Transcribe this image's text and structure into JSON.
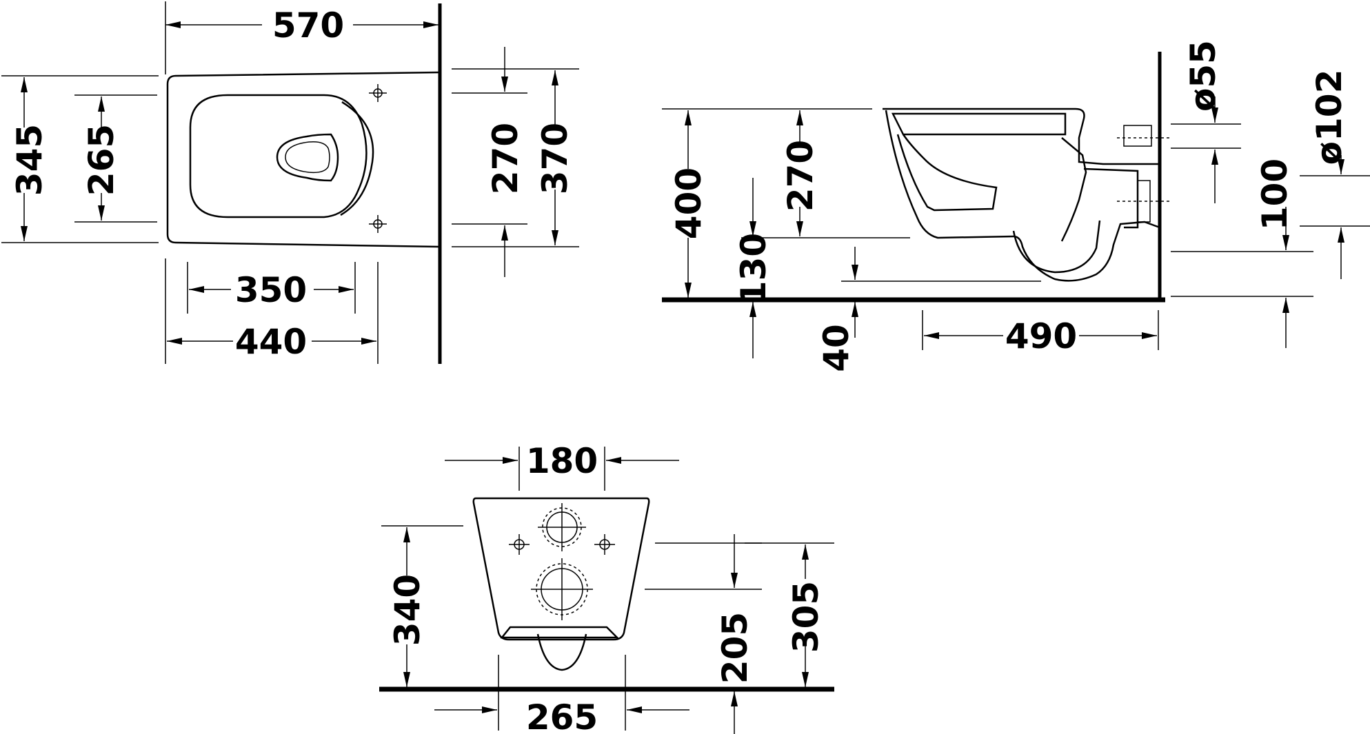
{
  "top_view": {
    "dims": {
      "total_length": "570",
      "total_width": "345",
      "seat_width": "265",
      "fixing_spacing": "270",
      "outer_spacing": "370",
      "inner_length": "350",
      "bowl_length": "440"
    }
  },
  "side_view": {
    "dims": {
      "height": "400",
      "rim_height": "270",
      "outlet_height": "130",
      "floor_gap": "40",
      "projection": "490",
      "inlet_diameter": "ø55",
      "outlet_diameter": "ø102",
      "pipe_spacing": "100"
    }
  },
  "rear_view": {
    "dims": {
      "inlet_spacing": "180",
      "fixing_height": "340",
      "outlet_height": "205",
      "inlet_height": "305",
      "bolt_spacing": "265"
    }
  }
}
